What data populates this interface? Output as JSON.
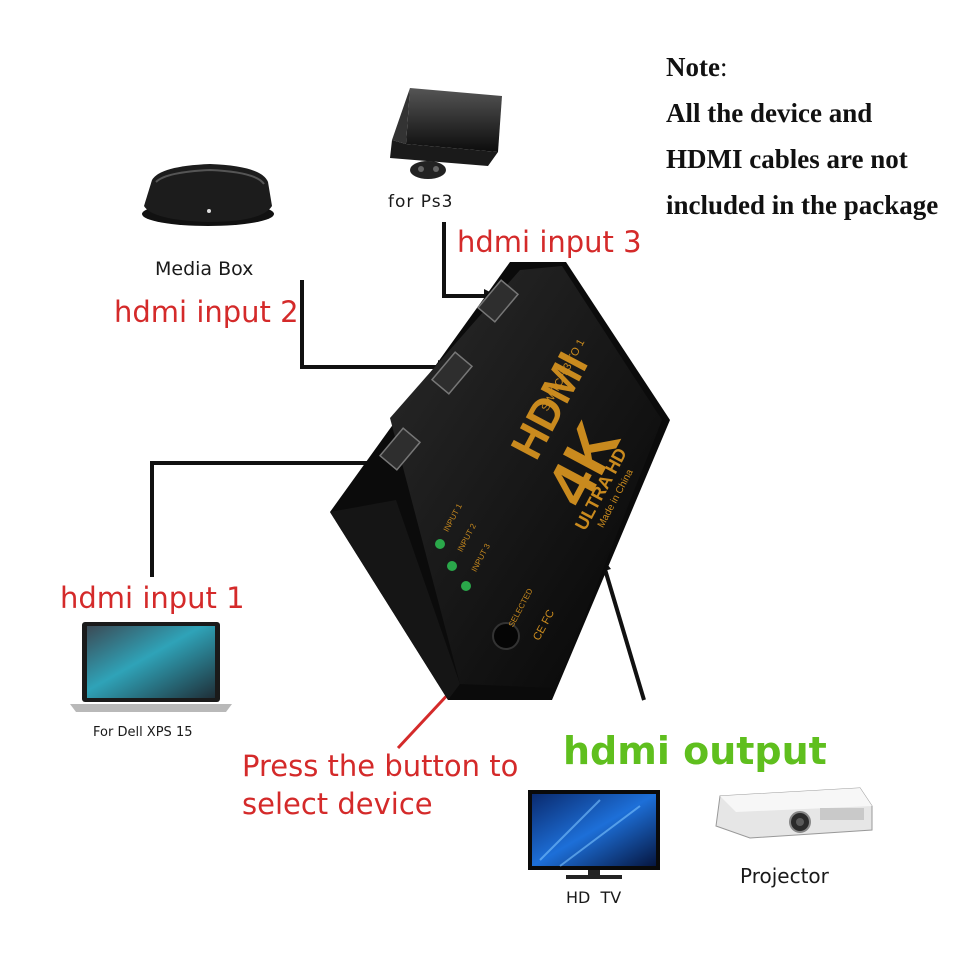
{
  "note": {
    "heading": "Note",
    "colon": ":",
    "lines": [
      "All the device and",
      "HDMI cables are not",
      "included in the package"
    ]
  },
  "devices": {
    "ps3": "for Ps3",
    "media_box": "Media Box",
    "laptop": "For Dell XPS 15",
    "tv": "HD  TV",
    "projector": "Projector"
  },
  "inputs": {
    "input1": "hdmi input 1",
    "input2": "hdmi input 2",
    "input3": "hdmi input 3"
  },
  "output": "hdmi output",
  "button_hint": {
    "line1": "Press the button to",
    "line2": "select device"
  },
  "switch_box": {
    "brand": "HDMI",
    "switch_text": "SWITCH 3 TO 1",
    "resolution": "4K",
    "ultra_hd": "ULTRA HD",
    "made_in": "Made in China",
    "led_labels": [
      "INPUT 1",
      "INPUT 2",
      "INPUT 3"
    ],
    "selected_label": "SELECTED",
    "cert_marks": "CE FC"
  },
  "colors": {
    "input_labels": "#d42a2a",
    "output_label": "#5fbf1e",
    "box_text": "#c98a1e",
    "led": "#2aa84a"
  }
}
